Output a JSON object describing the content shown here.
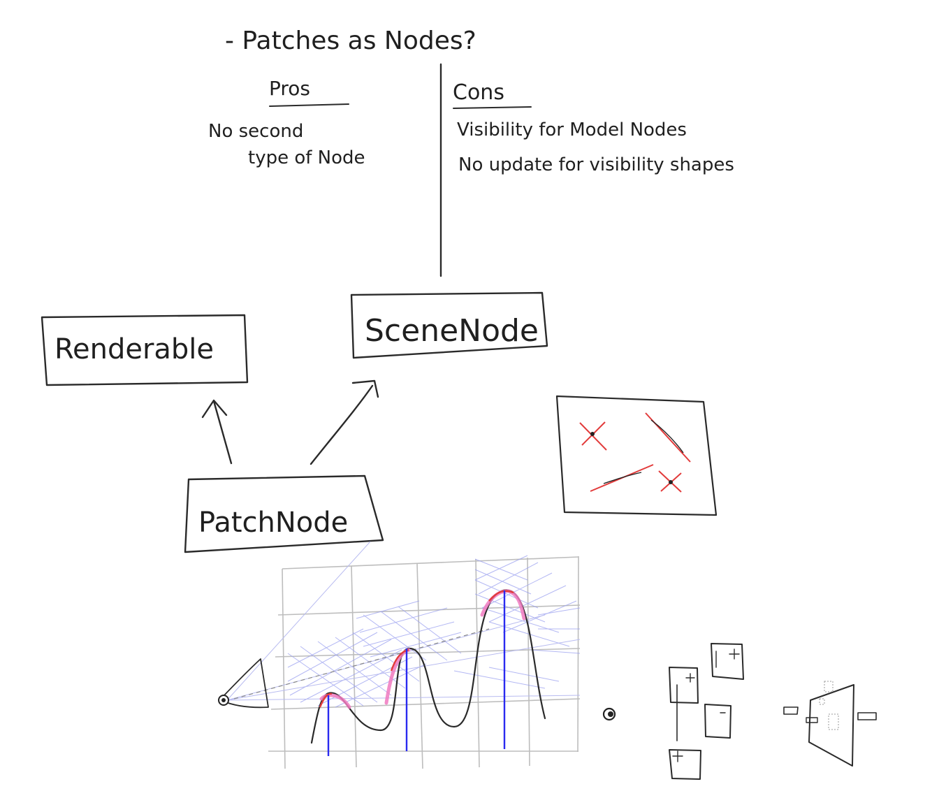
{
  "title": "- Patches as Nodes?",
  "pros": {
    "heading": "Pros",
    "items": [
      "No second",
      "type of Node"
    ]
  },
  "cons": {
    "heading": "Cons",
    "items": [
      "Visibility for Model Nodes",
      "No update for visibility shapes"
    ]
  },
  "boxes": {
    "renderable": "Renderable",
    "scene_node": "SceneNode",
    "patch_node": "PatchNode"
  },
  "colors": {
    "ink": "#2a2a2a",
    "grid": "#bdbdbd",
    "hatch": "#9aa0f0",
    "marker_red": "#e23b3b",
    "highlight_pink": "#f07ac0",
    "ray_blue": "#2a2af0"
  }
}
